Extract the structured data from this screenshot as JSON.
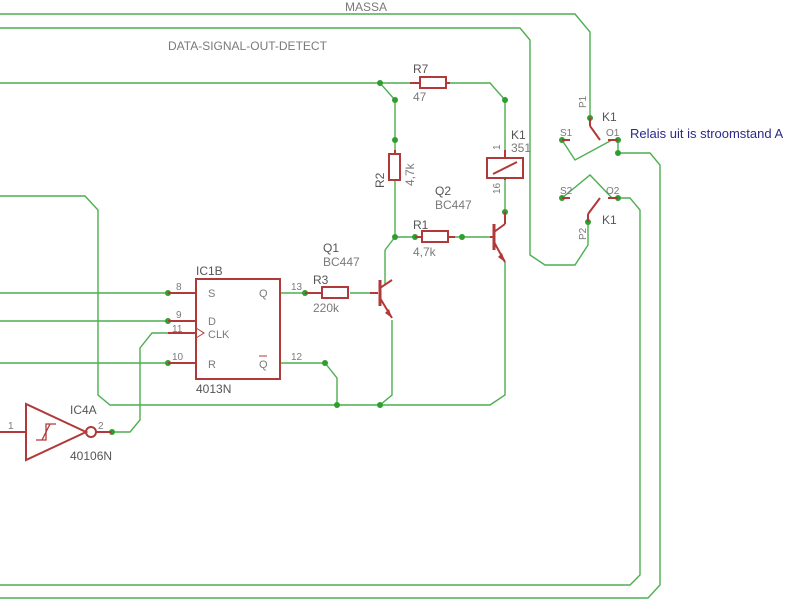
{
  "nets": {
    "massa": "MASSA",
    "data_signal": "DATA-SIGNAL-OUT-DETECT"
  },
  "note": "Relais uit is stroomstand A",
  "parts": {
    "r7": {
      "name": "R7",
      "value": "47"
    },
    "r2": {
      "name": "R2",
      "value": "4,7k"
    },
    "r1": {
      "name": "R1",
      "value": "4,7k"
    },
    "r3": {
      "name": "R3",
      "value": "220k"
    },
    "q1": {
      "name": "Q1",
      "value": "BC447"
    },
    "q2": {
      "name": "Q2",
      "value": "BC447"
    },
    "k1": {
      "name": "K1",
      "value": "351",
      "pin_top": "1",
      "pin_bottom": "16"
    },
    "k1_contact": {
      "name": "K1",
      "p1": "P1",
      "s1": "S1",
      "o1": "O1"
    },
    "k2_contact": {
      "name": "K1",
      "p2": "P2",
      "s2": "S2",
      "o2": "O2"
    },
    "ic1b": {
      "name": "IC1B",
      "value": "4013N",
      "pin_s": "S",
      "pin_d": "D",
      "pin_clk": "CLK",
      "pin_r": "R",
      "pin_q": "Q",
      "pin_qbar": "Q",
      "num_s": "8",
      "num_d": "9",
      "num_clk": "11",
      "num_r": "10",
      "num_q": "13",
      "num_qbar": "12"
    },
    "ic4a": {
      "name": "IC4A",
      "value": "40106N",
      "pin_in": "1",
      "pin_out": "2"
    }
  }
}
